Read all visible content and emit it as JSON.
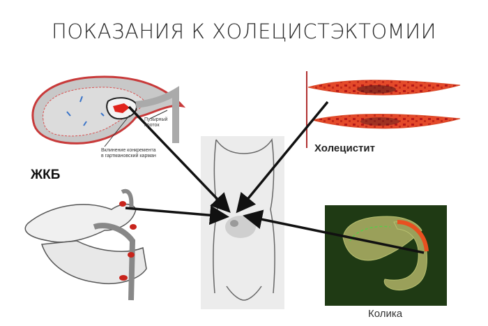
{
  "title": "ПОКАЗАНИЯ К ХОЛЕЦИСТЭКТОМИИ",
  "labels": {
    "gallstone_disease": "ЖКБ",
    "cholecystitis": "Холецистит",
    "colic": "Колика"
  },
  "gallbladder_diagram": {
    "cystic_duct_line1": "Пузырный",
    "cystic_duct_line2": "проток",
    "impaction_line1": "Вклинение конкремента",
    "impaction_line2": "в гартмановский карман"
  }
}
